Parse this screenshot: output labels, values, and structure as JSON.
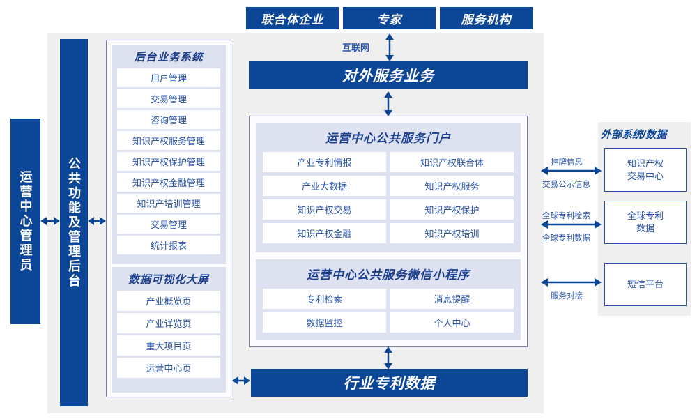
{
  "colors": {
    "primary_blue": "#0b4697",
    "text_blue": "#2a55a8",
    "panel_lavender": "#dee2f0",
    "panel_border": "#7b7bae",
    "canvas_gray": "#efeff0"
  },
  "top_actors": [
    {
      "label": "联合体企业"
    },
    {
      "label": "专家"
    },
    {
      "label": "服务机构"
    }
  ],
  "internet_link": {
    "label": "互联网"
  },
  "external_service_bar": {
    "label": "对外服务业务"
  },
  "industry_data_bar": {
    "label": "行业专利数据"
  },
  "left_roles": [
    {
      "label": "运营中心管理员"
    },
    {
      "label": "公共功能及管理后台"
    }
  ],
  "backend_system": {
    "title": "后台业务系统",
    "items": [
      "用户管理",
      "交易管理",
      "咨询管理",
      "知识产权服务管理",
      "知识产权保护管理",
      "知识产权金融管理",
      "知识产培训管理",
      "交易管理",
      "统计报表"
    ]
  },
  "data_visualization": {
    "title": "数据可视化大屏",
    "items": [
      "产业概览页",
      "产业详览页",
      "重大项目页",
      "运营中心页"
    ]
  },
  "public_portal": {
    "title": "运营中心公共服务门户",
    "items": [
      "产业专利情报",
      "知识产权联合体",
      "产业大数据",
      "知识产权服务",
      "知识产权交易",
      "知识产权保护",
      "知识产权金融",
      "知识产权培训"
    ]
  },
  "miniprogram": {
    "title": "运营中心公共服务微信小程序",
    "items": [
      "专利检索",
      "消息提醒",
      "数据监控",
      "个人中心"
    ]
  },
  "external_systems": {
    "title": "外部系统/数据",
    "boxes": [
      {
        "line1": "知识产权",
        "line2": "交易中心"
      },
      {
        "line1": "全球专利",
        "line2": "数据"
      },
      {
        "line1": "短信平台",
        "line2": ""
      }
    ],
    "links": [
      {
        "above": "挂牌信息",
        "below": "交易公示信息"
      },
      {
        "above": "全球专利检索",
        "below": "全球专利数据"
      },
      {
        "above": "",
        "below": "服务对接"
      }
    ]
  }
}
